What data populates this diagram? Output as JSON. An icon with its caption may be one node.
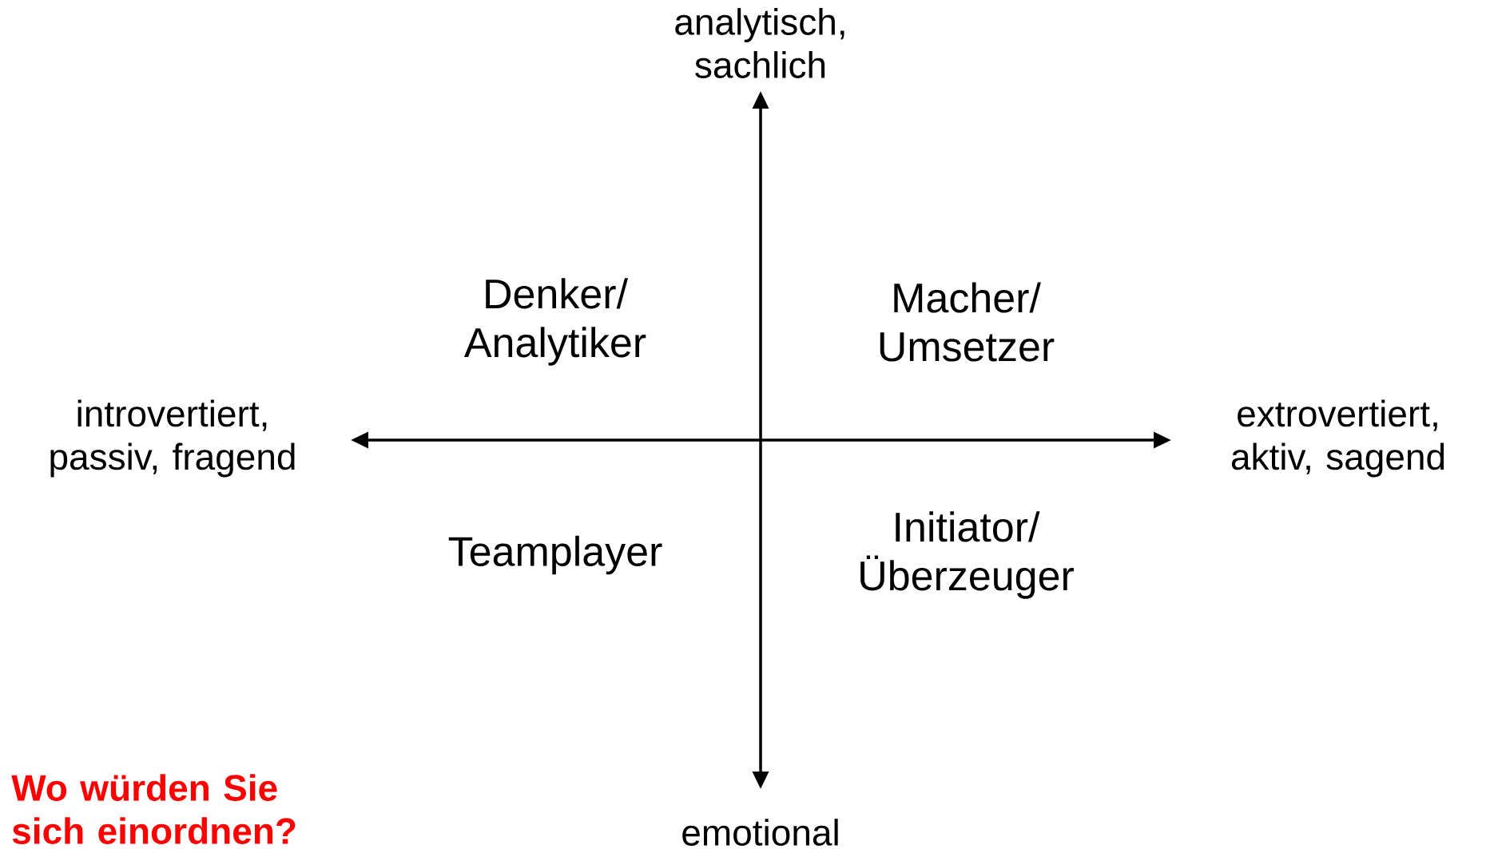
{
  "diagram": {
    "labels": [
      "analytisch, sachlich",
      "Denker/ Analytiker",
      "Macher/ Umsetzer",
      "introvertiert, passiv, fragend",
      "extrovertiert, aktiv, sagend",
      "Teamplayer",
      "Initiator/ Überzeuger",
      "Wo würden Sie sich einordnen?",
      "emotional"
    ]
  }
}
